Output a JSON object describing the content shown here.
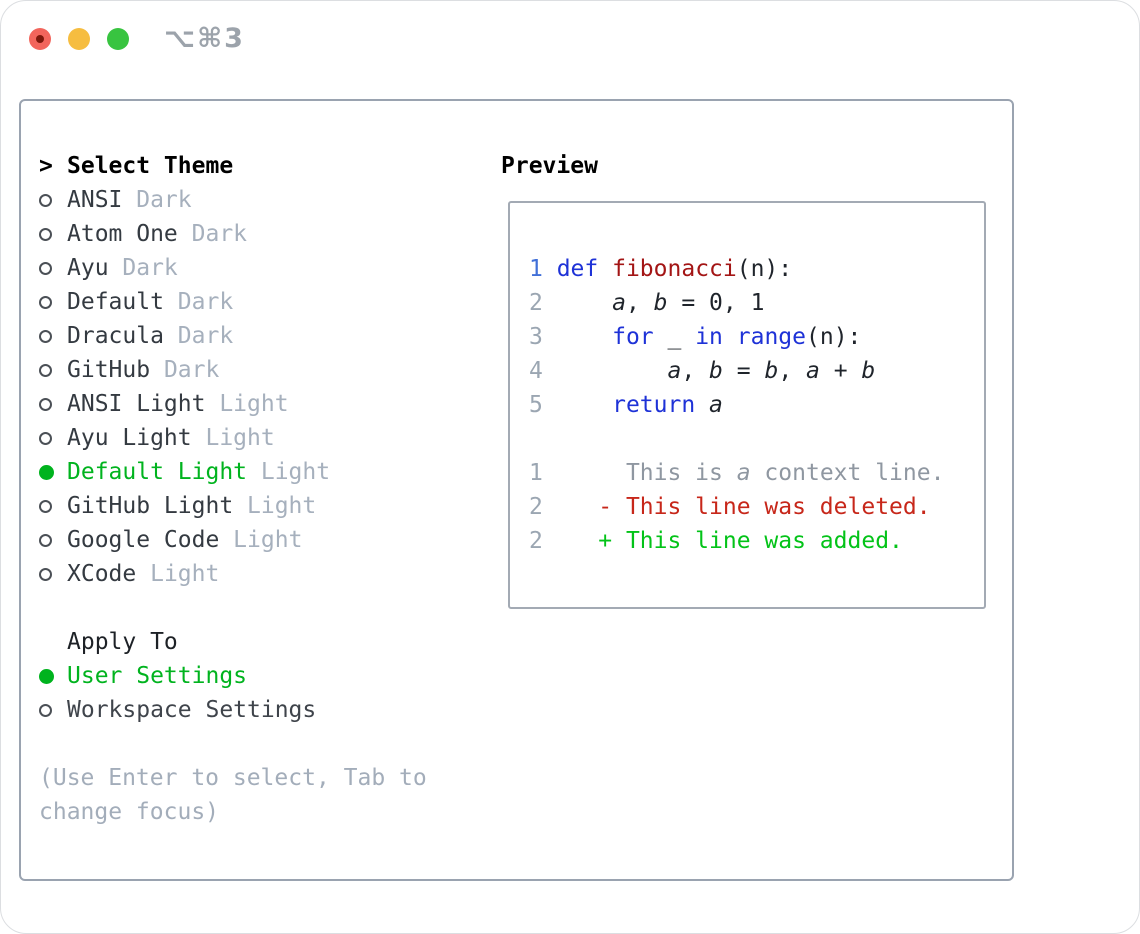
{
  "window": {
    "title": "⌥⌘3"
  },
  "colors": {
    "selection_green": "#00b31e",
    "keyword_blue": "#1e32d7",
    "active_line_number_blue": "#4170d8",
    "function_name_red": "#a31515",
    "diff_deleted_red": "#c7271a",
    "diff_added_green": "#03c318",
    "muted_gray": "#a6b0bd",
    "box_border_gray": "#9aa3b0",
    "traffic_red": "#f2655c",
    "traffic_yellow": "#f6bd40",
    "traffic_green": "#38c440"
  },
  "theme_panel": {
    "header_prefix": ">",
    "header": "Select Theme",
    "items": [
      {
        "name": "ANSI",
        "variant": "Dark",
        "selected": false
      },
      {
        "name": "Atom One",
        "variant": "Dark",
        "selected": false
      },
      {
        "name": "Ayu",
        "variant": "Dark",
        "selected": false
      },
      {
        "name": "Default",
        "variant": "Dark",
        "selected": false
      },
      {
        "name": "Dracula",
        "variant": "Dark",
        "selected": false
      },
      {
        "name": "GitHub",
        "variant": "Dark",
        "selected": false
      },
      {
        "name": "ANSI Light",
        "variant": "Light",
        "selected": false
      },
      {
        "name": "Ayu Light",
        "variant": "Light",
        "selected": false
      },
      {
        "name": "Default Light",
        "variant": "Light",
        "selected": true
      },
      {
        "name": "GitHub Light",
        "variant": "Light",
        "selected": false
      },
      {
        "name": "Google Code",
        "variant": "Light",
        "selected": false
      },
      {
        "name": "XCode",
        "variant": "Light",
        "selected": false
      }
    ],
    "apply_to_label": "Apply To",
    "apply_options": [
      {
        "label": "User Settings",
        "selected": true
      },
      {
        "label": "Workspace Settings",
        "selected": false
      }
    ],
    "hint": "(Use Enter to select, Tab to change focus)"
  },
  "preview": {
    "label": "Preview",
    "lines": [
      {
        "num": "1",
        "num_class": "gut-blue",
        "tokens": [
          {
            "t": "def",
            "c": "kw"
          },
          {
            "t": " ",
            "c": "pl"
          },
          {
            "t": "fibonacci",
            "c": "fn"
          },
          {
            "t": "(n):",
            "c": "pl"
          }
        ]
      },
      {
        "num": "2",
        "num_class": "gut-gray",
        "tokens": [
          {
            "t": "    ",
            "c": "pl"
          },
          {
            "t": "a",
            "c": "var"
          },
          {
            "t": ", ",
            "c": "pl"
          },
          {
            "t": "b",
            "c": "var"
          },
          {
            "t": " = 0, 1",
            "c": "pl"
          }
        ]
      },
      {
        "num": "3",
        "num_class": "gut-gray",
        "tokens": [
          {
            "t": "    ",
            "c": "pl"
          },
          {
            "t": "for",
            "c": "kw"
          },
          {
            "t": " _ ",
            "c": "pl"
          },
          {
            "t": "in",
            "c": "kw"
          },
          {
            "t": " ",
            "c": "pl"
          },
          {
            "t": "range",
            "c": "kw"
          },
          {
            "t": "(n):",
            "c": "pl"
          }
        ]
      },
      {
        "num": "4",
        "num_class": "gut-gray",
        "tokens": [
          {
            "t": "        ",
            "c": "pl"
          },
          {
            "t": "a",
            "c": "var"
          },
          {
            "t": ", ",
            "c": "pl"
          },
          {
            "t": "b",
            "c": "var"
          },
          {
            "t": " = ",
            "c": "pl"
          },
          {
            "t": "b",
            "c": "var"
          },
          {
            "t": ", ",
            "c": "pl"
          },
          {
            "t": "a",
            "c": "var"
          },
          {
            "t": " + ",
            "c": "pl"
          },
          {
            "t": "b",
            "c": "var"
          }
        ]
      },
      {
        "num": "5",
        "num_class": "gut-gray",
        "tokens": [
          {
            "t": "    ",
            "c": "pl"
          },
          {
            "t": "return",
            "c": "kw"
          },
          {
            "t": " ",
            "c": "pl"
          },
          {
            "t": "a",
            "c": "var"
          }
        ]
      },
      {
        "num": "",
        "num_class": "gut-gray",
        "tokens": []
      },
      {
        "num": "1",
        "num_class": "gut-gray",
        "tokens": [
          {
            "t": "     This is ",
            "c": "ctx"
          },
          {
            "t": "a",
            "c": "ctx-var"
          },
          {
            "t": " context line.",
            "c": "ctx"
          }
        ]
      },
      {
        "num": "2",
        "num_class": "gut-gray",
        "tokens": [
          {
            "t": "   ",
            "c": "pl"
          },
          {
            "t": "- This line was deleted.",
            "c": "del"
          }
        ]
      },
      {
        "num": "2",
        "num_class": "gut-gray",
        "tokens": [
          {
            "t": "   ",
            "c": "pl"
          },
          {
            "t": "+ This line was added.",
            "c": "add"
          }
        ]
      }
    ]
  }
}
